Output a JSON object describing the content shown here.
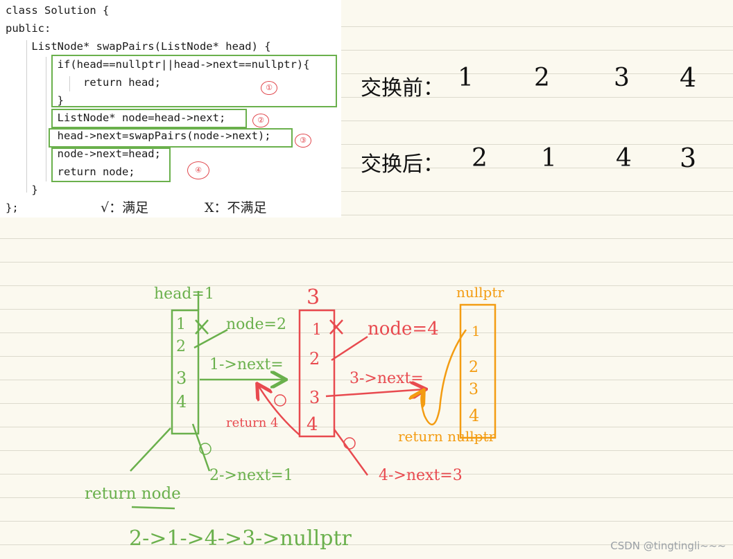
{
  "code": {
    "line1": "class Solution {",
    "line2": "public:",
    "line3": "    ListNode* swapPairs(ListNode* head) {",
    "line4": "        if(head==nullptr||head->next==nullptr){",
    "line5": "            return head;",
    "line6": "        }",
    "line7": "        ListNode* node=head->next;",
    "line8": "        head->next=swapPairs(node->next);",
    "line9": "        node->next=head;",
    "line10": "        return node;",
    "line11": "    }",
    "line12": "};"
  },
  "markers": [
    "①",
    "②",
    "③",
    "④"
  ],
  "legend": {
    "yes": "√：满足",
    "no": "X：不满足"
  },
  "swap": {
    "before_label": "交换前：",
    "before_values": [
      "1",
      "2",
      "3",
      "4"
    ],
    "after_label": "交换后：",
    "after_values": [
      "2",
      "1",
      "4",
      "3"
    ]
  },
  "diagram": {
    "green": {
      "top_label": "head=1",
      "cells": [
        "1",
        "2",
        "3",
        "4"
      ],
      "node_note": "node=2",
      "next_note": "1->next=",
      "bottom_note": "2->next=1",
      "return_note": "return node"
    },
    "red": {
      "top_label": "3",
      "cells": [
        "1",
        "2",
        "3",
        "4"
      ],
      "node_note": "node=4",
      "next_note": "3->next=",
      "return_note": "return 4",
      "bottom_note": "4->next=3"
    },
    "orange": {
      "top_label": "nullptr",
      "cells": [
        "1",
        "2",
        "3",
        "4"
      ],
      "return_note": "return nullptr"
    },
    "result_chain": "2->1->4->3->nullptr"
  },
  "colors": {
    "green": "#6ab04c",
    "red": "#e84a4f",
    "orange": "#f39c12"
  },
  "watermark": "CSDN @tingtingli~~~"
}
